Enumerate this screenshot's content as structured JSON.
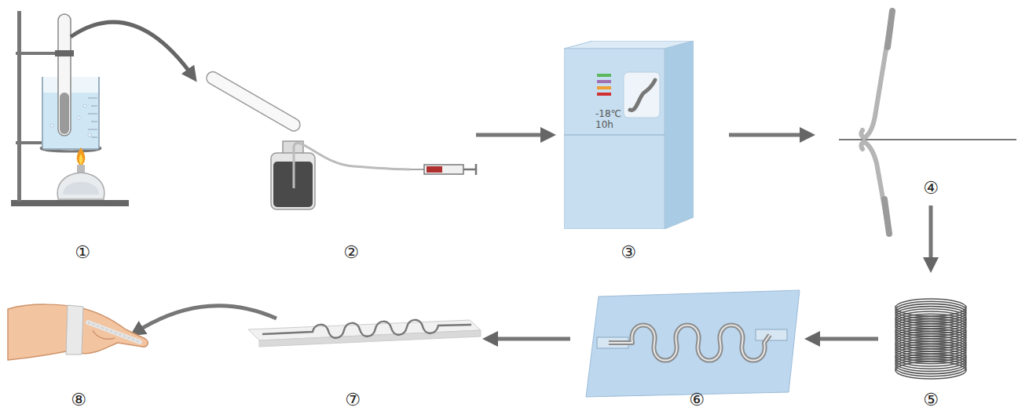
{
  "diagram": {
    "nodes": [
      {
        "text": [
          "-18℃ 10h"
        ]
      }
    ],
    "labels": [
      "①",
      "②",
      "③",
      "④",
      "⑤",
      "⑥",
      "⑦",
      "⑧"
    ]
  }
}
